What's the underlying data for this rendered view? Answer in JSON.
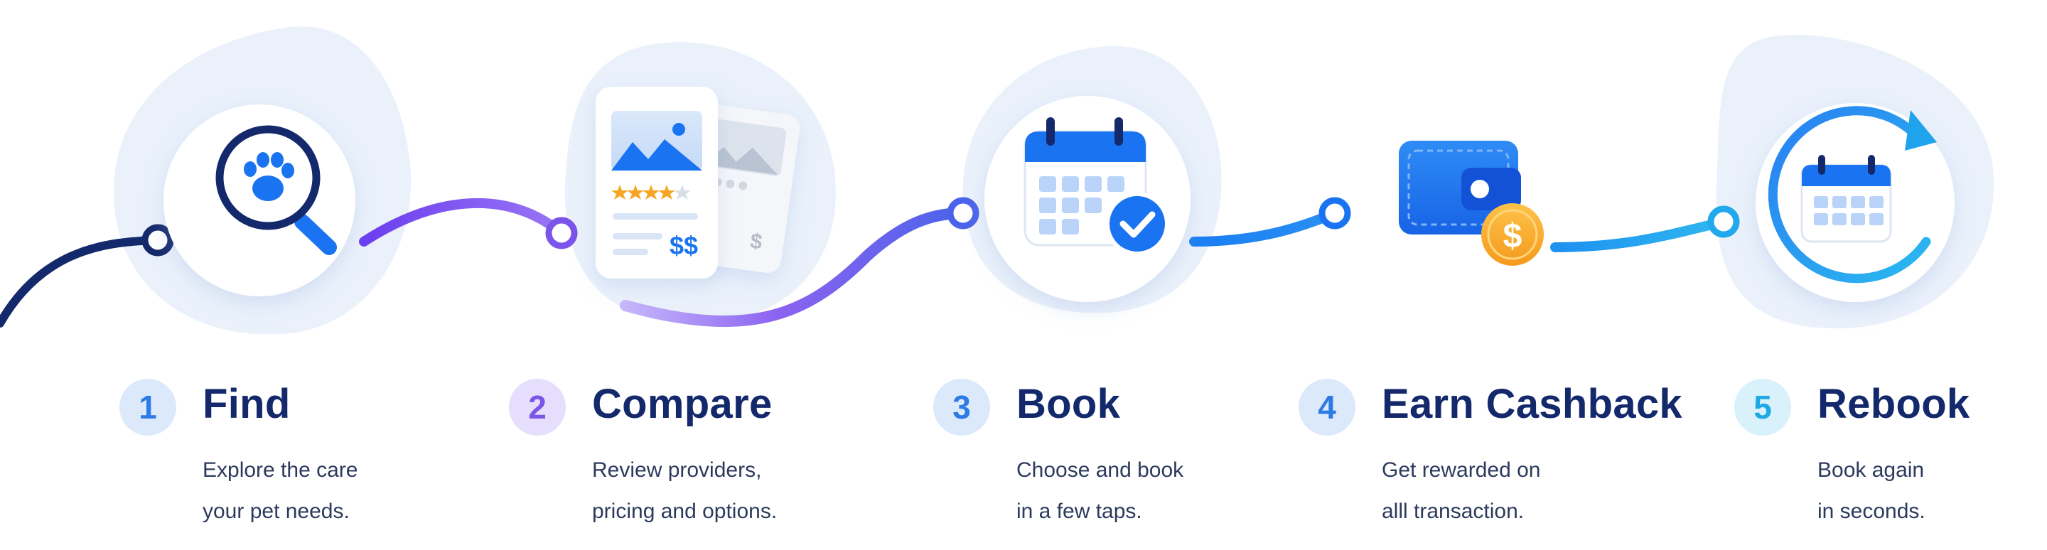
{
  "steps": [
    {
      "number": "1",
      "title": "Find",
      "description": [
        "Explore the care",
        "your pet needs."
      ],
      "icon": "paw-search-icon",
      "badge_bg": "#dbe9fb",
      "badge_fg": "#2d7be4"
    },
    {
      "number": "2",
      "title": "Compare",
      "description": [
        "Review providers,",
        "pricing and options."
      ],
      "icon": "provider-cards-icon",
      "card_price": "$$",
      "card_price_back": "$",
      "badge_bg": "#e6defd",
      "badge_fg": "#7a55e6"
    },
    {
      "number": "3",
      "title": "Book",
      "description": [
        "Choose and book",
        "in a few taps."
      ],
      "icon": "calendar-check-icon",
      "badge_bg": "#dbe9fb",
      "badge_fg": "#2d7be4"
    },
    {
      "number": "4",
      "title": "Earn Cashback",
      "description": [
        "Get rewarded on",
        "alll transaction."
      ],
      "icon": "wallet-coin-icon",
      "coin_symbol": "$",
      "badge_bg": "#dbe9fb",
      "badge_fg": "#2d7be4"
    },
    {
      "number": "5",
      "title": "Rebook",
      "description": [
        "Book again",
        "in seconds."
      ],
      "icon": "calendar-refresh-icon",
      "badge_bg": "#d8f1fb",
      "badge_fg": "#1ea9e5"
    }
  ],
  "colors": {
    "navy": "#14296b",
    "blue": "#1a73f0",
    "purple": "#7b54ea",
    "light_blue": "#22a8ec",
    "blob": "#eaf1fb",
    "gold": "#f6a623"
  }
}
